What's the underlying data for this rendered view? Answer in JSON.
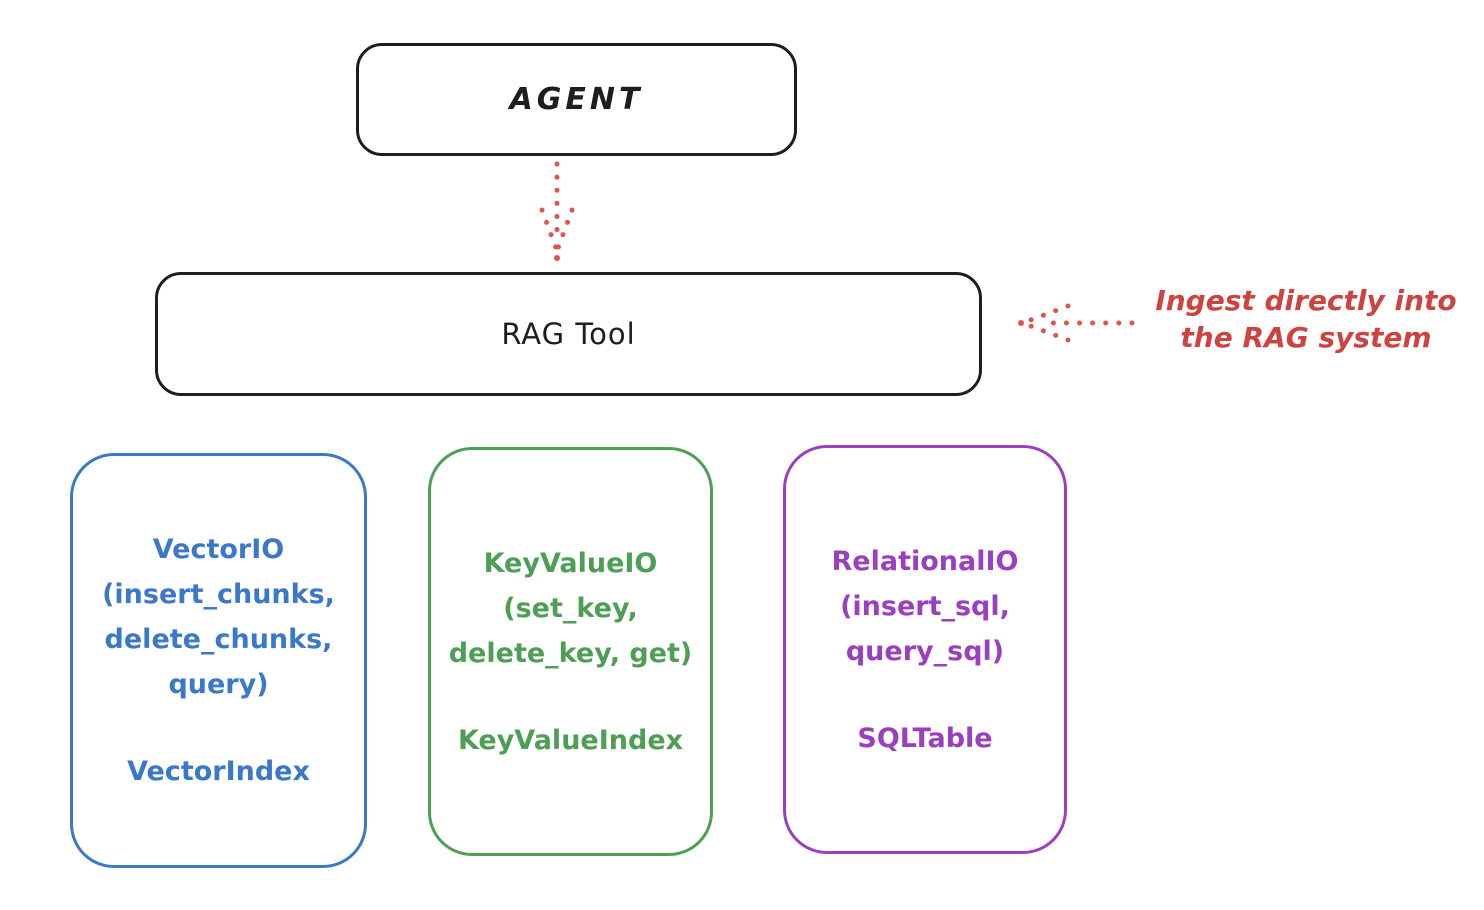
{
  "agent_box": {
    "label": "AGENT"
  },
  "rag_tool_box": {
    "label": "RAG Tool"
  },
  "annotation": {
    "line1": "Ingest directly into",
    "line2": "the RAG system",
    "color": "#cc4340"
  },
  "arrows": {
    "color": "#dd5550",
    "agent_to_rag": "dotted-down-arrow",
    "ingest_into_rag": "dotted-left-arrow"
  },
  "io_boxes": [
    {
      "name": "vector-io",
      "color": "#3b78c8",
      "method_lines": [
        "VectorIO",
        "(insert_chunks,",
        "delete_chunks,",
        "query)"
      ],
      "index_label": "VectorIndex"
    },
    {
      "name": "keyvalue-io",
      "color": "#4e9e55",
      "method_lines": [
        "KeyValueIO",
        "(set_key,",
        "delete_key, get)"
      ],
      "index_label": "KeyValueIndex"
    },
    {
      "name": "relational-io",
      "color": "#9a3fc0",
      "method_lines": [
        "RelationalIO",
        "(insert_sql,",
        "query_sql)"
      ],
      "index_label": "SQLTable"
    }
  ]
}
